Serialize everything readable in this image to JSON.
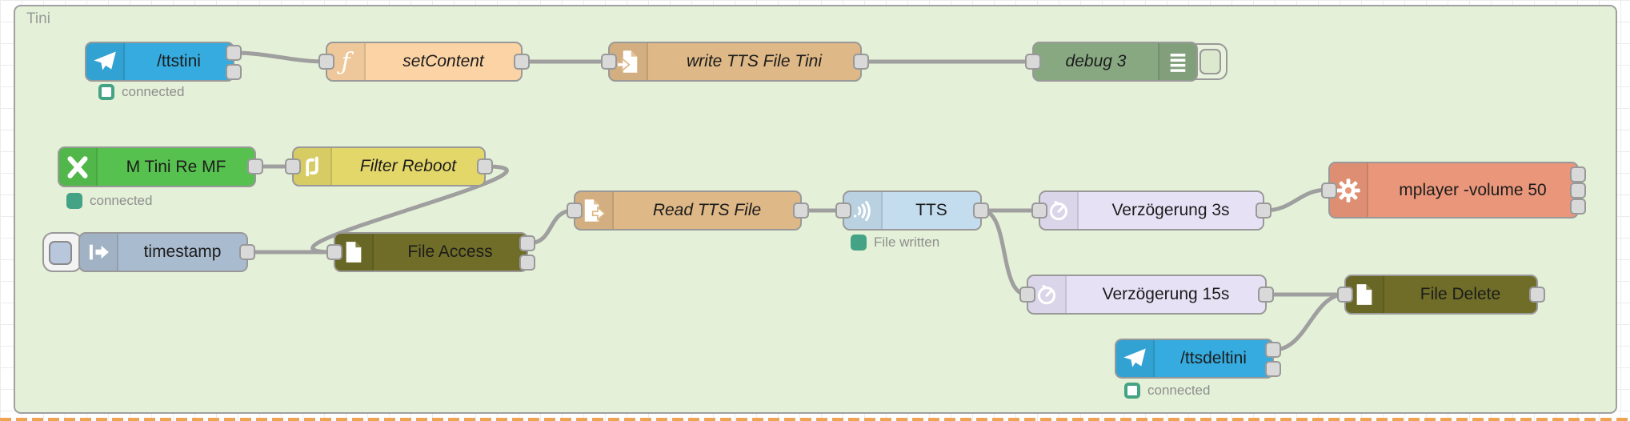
{
  "workspace": {
    "group_label": "Tini"
  },
  "palette": {
    "group_background": "#e4f0d7",
    "group_border": "#a0a0a0",
    "canvas_grid": "#ececec",
    "wire": "#9f9f9f",
    "port": "#d9d9d9",
    "status_green": "#43a384",
    "bottom_divider_orange": "#efa452",
    "telegram_blue": "#35abdf",
    "function_orange": "#fbd3a4",
    "file_tan": "#deb887",
    "debug_green": "#88a882",
    "bright_green": "#57c14f",
    "filter_yellow": "#e3d76a",
    "inject_gray_blue": "#a9bccf",
    "olive": "#6f6d27",
    "tts_light_blue": "#c3ddee",
    "delay_lavender": "#e7e1f6",
    "exec_salmon": "#e9967a"
  },
  "nodes": {
    "ttstini": {
      "label": "/ttstini",
      "status": "connected"
    },
    "set_content": {
      "label": "setContent"
    },
    "write_tts": {
      "label": "write TTS File Tini"
    },
    "debug3": {
      "label": "debug 3"
    },
    "mtini": {
      "label": "M Tini Re MF",
      "status": "connected"
    },
    "filter_reboot": {
      "label": "Filter Reboot"
    },
    "timestamp": {
      "label": "timestamp"
    },
    "file_access": {
      "label": "File Access"
    },
    "read_tts": {
      "label": "Read TTS File"
    },
    "tts": {
      "label": "TTS",
      "status": "File written"
    },
    "verz3": {
      "label": "Verzögerung 3s"
    },
    "mplayer": {
      "label": "mplayer -volume 50"
    },
    "verz15": {
      "label": "Verzögerung 15s"
    },
    "file_delete": {
      "label": "File Delete"
    },
    "ttsdeltini": {
      "label": "/ttsdeltini",
      "status": "connected"
    }
  }
}
